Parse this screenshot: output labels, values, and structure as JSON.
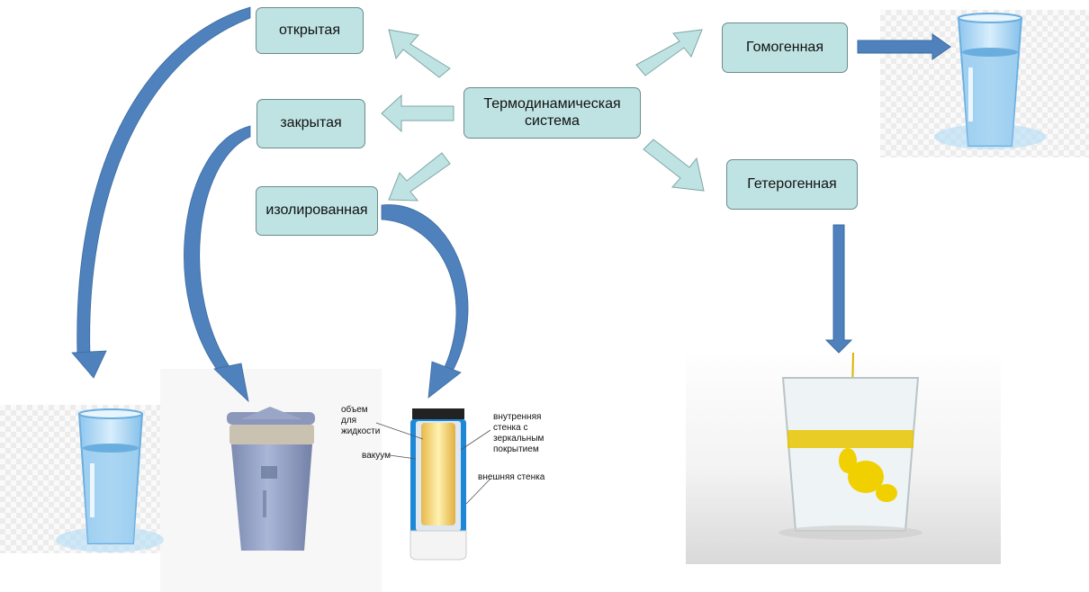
{
  "nodes": {
    "root": "Термодинамическая система",
    "open": "открытая",
    "closed": "закрытая",
    "isolated": "изолированная",
    "homogeneous": "Гомогенная",
    "heterogeneous": "Гетерогенная"
  },
  "thermos_labels": {
    "liquid_volume": "объем для жидкости",
    "vacuum": "вакуум",
    "inner_wall": "внутренняя стенка с зеркальным покрытием",
    "outer_wall": "внешняя стенка"
  },
  "colors": {
    "node_fill": "#bfe3e3",
    "node_border": "#6a8b8b",
    "arrow_light": "#bfe3e3",
    "arrow_blue": "#4f81bd",
    "water": "#9fd0f0",
    "oil": "#e8c400"
  },
  "icons": [
    "water-glass-icon",
    "travel-mug-icon",
    "thermos-diagram-icon",
    "oil-in-water-glass-icon"
  ]
}
